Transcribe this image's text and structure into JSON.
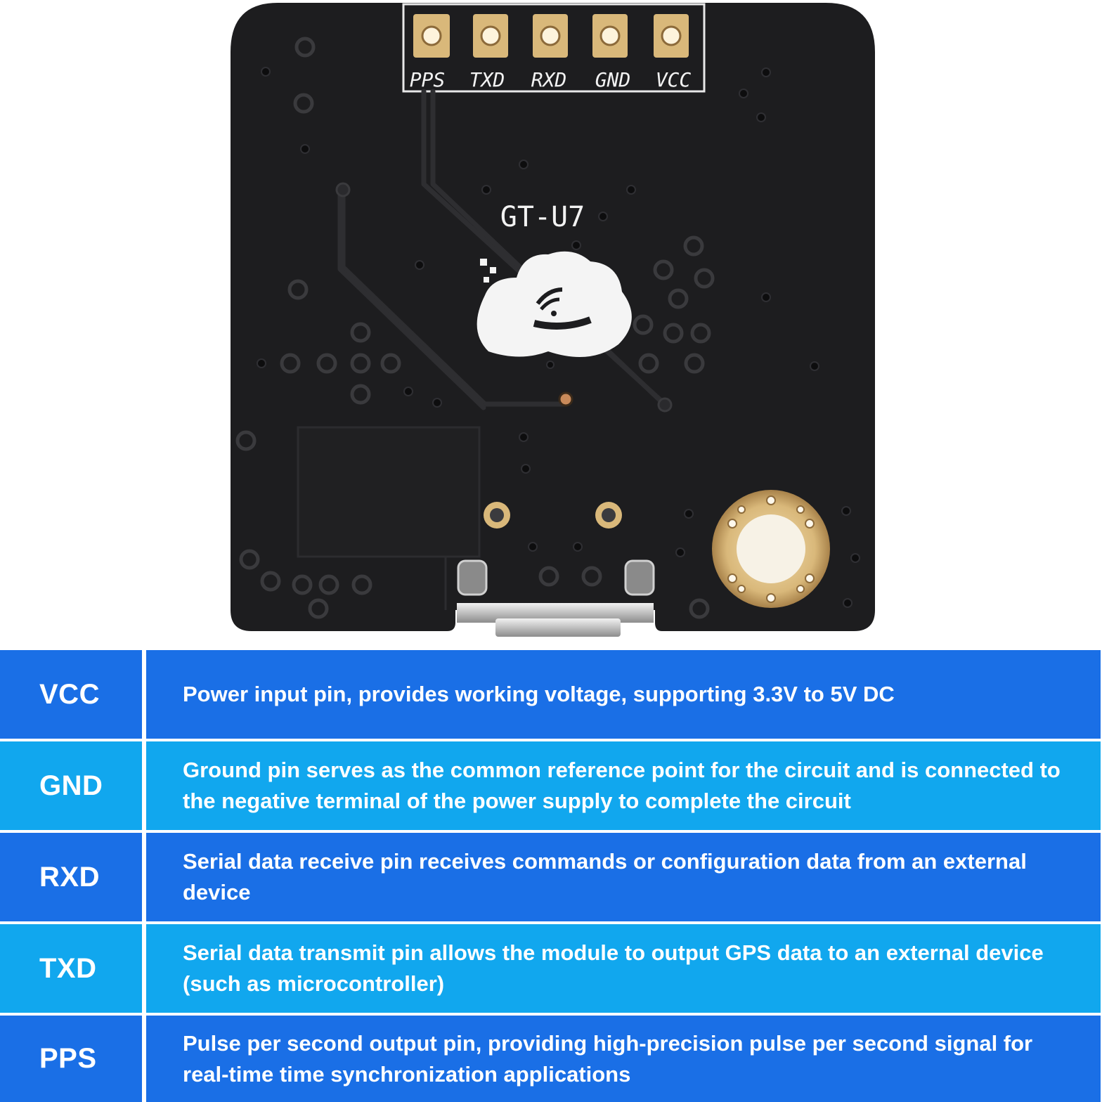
{
  "board": {
    "header_pins": [
      "PPS",
      "TXD",
      "RXD",
      "GND",
      "VCC"
    ],
    "model_label": "GT-U7"
  },
  "pin_table": {
    "rows": [
      {
        "pin": "VCC",
        "description": "Power input pin, provides working voltage, supporting 3.3V to 5V DC"
      },
      {
        "pin": "GND",
        "description": "Ground pin serves as the common reference point for the circuit and is connected to the negative terminal of the power supply to complete the circuit"
      },
      {
        "pin": "RXD",
        "description": "Serial data receive pin receives commands or configuration data from an external device"
      },
      {
        "pin": "TXD",
        "description": "Serial data transmit pin allows the module to output GPS data to an external device (such as microcontroller)"
      },
      {
        "pin": "PPS",
        "description": "Pulse per second output pin, providing high-precision pulse per second signal for real-time time synchronization applications"
      }
    ]
  },
  "colors": {
    "row_dark": "#1a6fe6",
    "row_light": "#11a7ee",
    "pcb": "#1d1d1f",
    "gold": "#d9b87a",
    "silkscreen": "#ffffff"
  }
}
